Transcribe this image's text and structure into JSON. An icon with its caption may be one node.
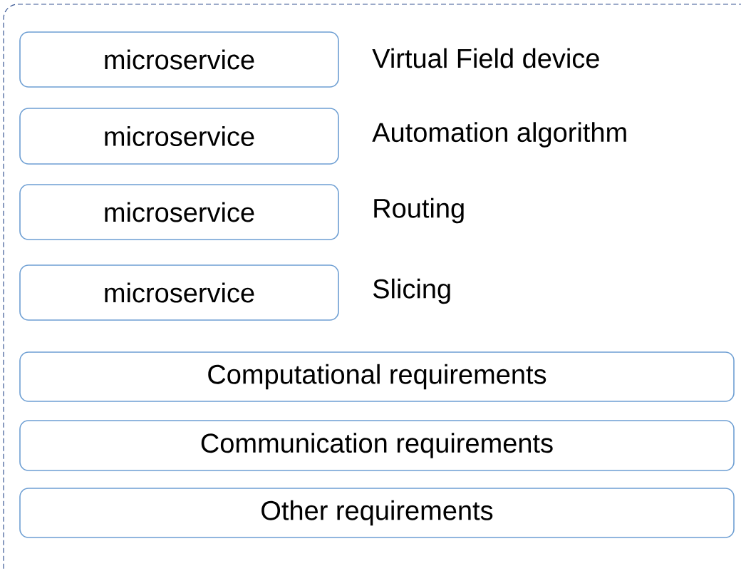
{
  "diagram": {
    "nodes": [
      {
        "text": [],
        "shape": "box"
      },
      {
        "text": [
          "microservice"
        ],
        "beside": [
          "Virtual Field device"
        ],
        "in": 0
      },
      {
        "text": [
          "microservice"
        ],
        "beside": [
          "Automation algorithm"
        ],
        "in": 0
      },
      {
        "text": [
          "microservice"
        ],
        "beside": [
          "Routing"
        ],
        "in": 0
      },
      {
        "text": [
          "microservice"
        ],
        "beside": [
          "Slicing"
        ],
        "in": 0
      },
      {
        "text": [
          "Computational requirements"
        ],
        "in": 0
      },
      {
        "text": [
          "Communication requirements"
        ],
        "in": 0
      },
      {
        "text": [
          "Other requirements"
        ],
        "in": 0
      }
    ]
  }
}
